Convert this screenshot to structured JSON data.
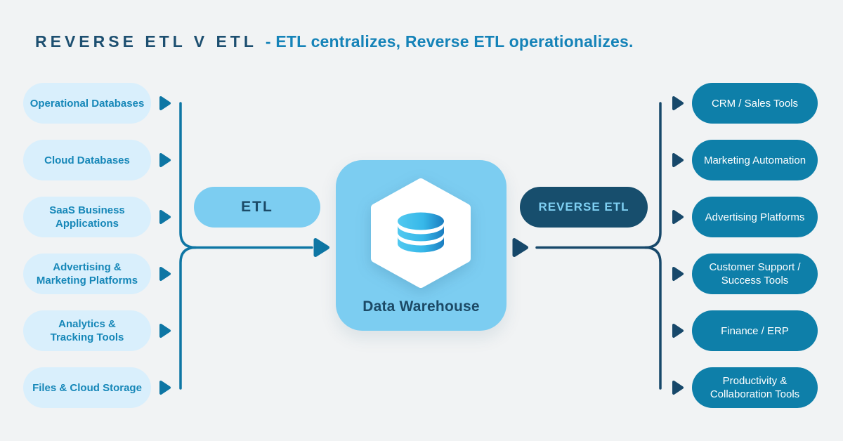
{
  "header": {
    "title": "REVERSE ETL V ETL",
    "subtitle": "- ETL centralizes, Reverse ETL operationalizes."
  },
  "pipeline": {
    "etl_label": "ETL",
    "reverse_etl_label": "REVERSE ETL",
    "warehouse": {
      "label": "Data Warehouse",
      "icon": "database-icon"
    }
  },
  "sources": {
    "items": [
      {
        "label": "Operational Databases"
      },
      {
        "label": "Cloud Databases"
      },
      {
        "label": "SaaS Business\nApplications"
      },
      {
        "label": "Advertising &\nMarketing Platforms"
      },
      {
        "label": "Analytics &\nTracking Tools"
      },
      {
        "label": "Files & Cloud Storage"
      }
    ]
  },
  "destinations": {
    "items": [
      {
        "label": "CRM / Sales Tools"
      },
      {
        "label": "Marketing Automation"
      },
      {
        "label": "Advertising Platforms"
      },
      {
        "label": "Customer Support /\nSuccess Tools"
      },
      {
        "label": "Finance / ERP"
      },
      {
        "label": "Productivity &\nCollaboration Tools"
      }
    ]
  },
  "colors": {
    "background": "#f1f3f4",
    "title_dark": "#1d4f70",
    "title_light": "#1583b8",
    "source_pill_bg": "#d9effc",
    "source_pill_text": "#1687b8",
    "source_wire": "#0e76a4",
    "mid_blue": "#7ccdf1",
    "dest_pill_bg": "#0e7fa9",
    "dest_pill_text": "#ffffff",
    "dest_wire": "#17486a",
    "reverse_pill_bg": "#174e6d",
    "reverse_pill_text": "#7fd0f3",
    "db_icon_gradient_start": "#52c9f0",
    "db_icon_gradient_end": "#1b7dc0"
  }
}
